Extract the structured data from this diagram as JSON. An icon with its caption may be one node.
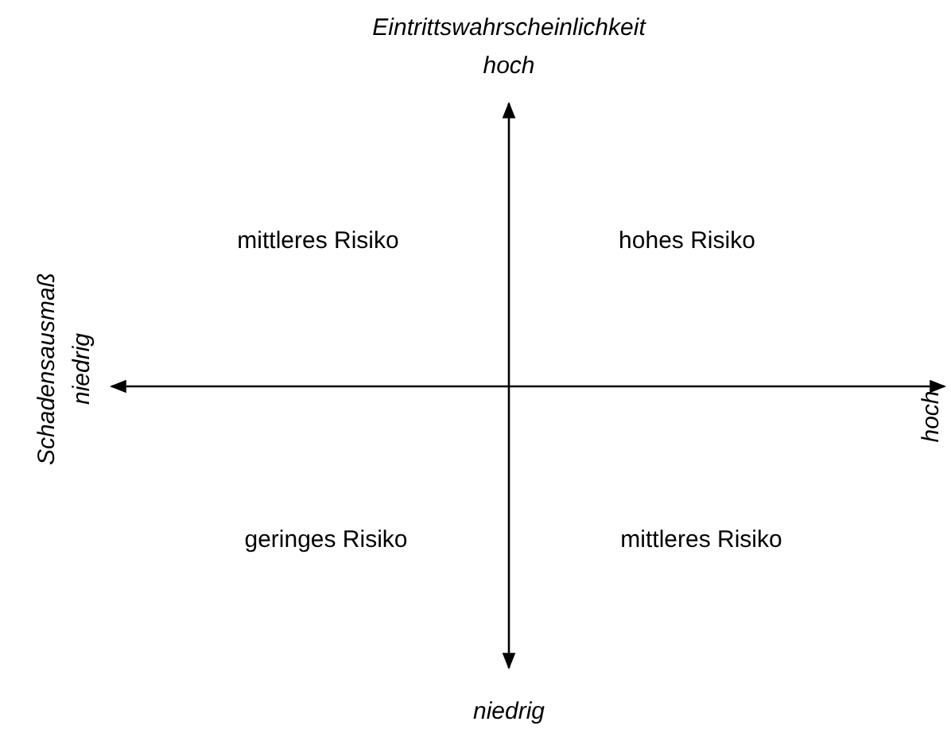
{
  "diagram": {
    "labels": [
      "Eintrittswahrscheinlichkeit",
      "hoch",
      "mittleres Risiko",
      "hohes Risiko",
      "Schadensausmaß",
      "niedrig",
      "hoch",
      "geringes Risiko",
      "mittleres Risiko",
      "niedrig"
    ]
  }
}
